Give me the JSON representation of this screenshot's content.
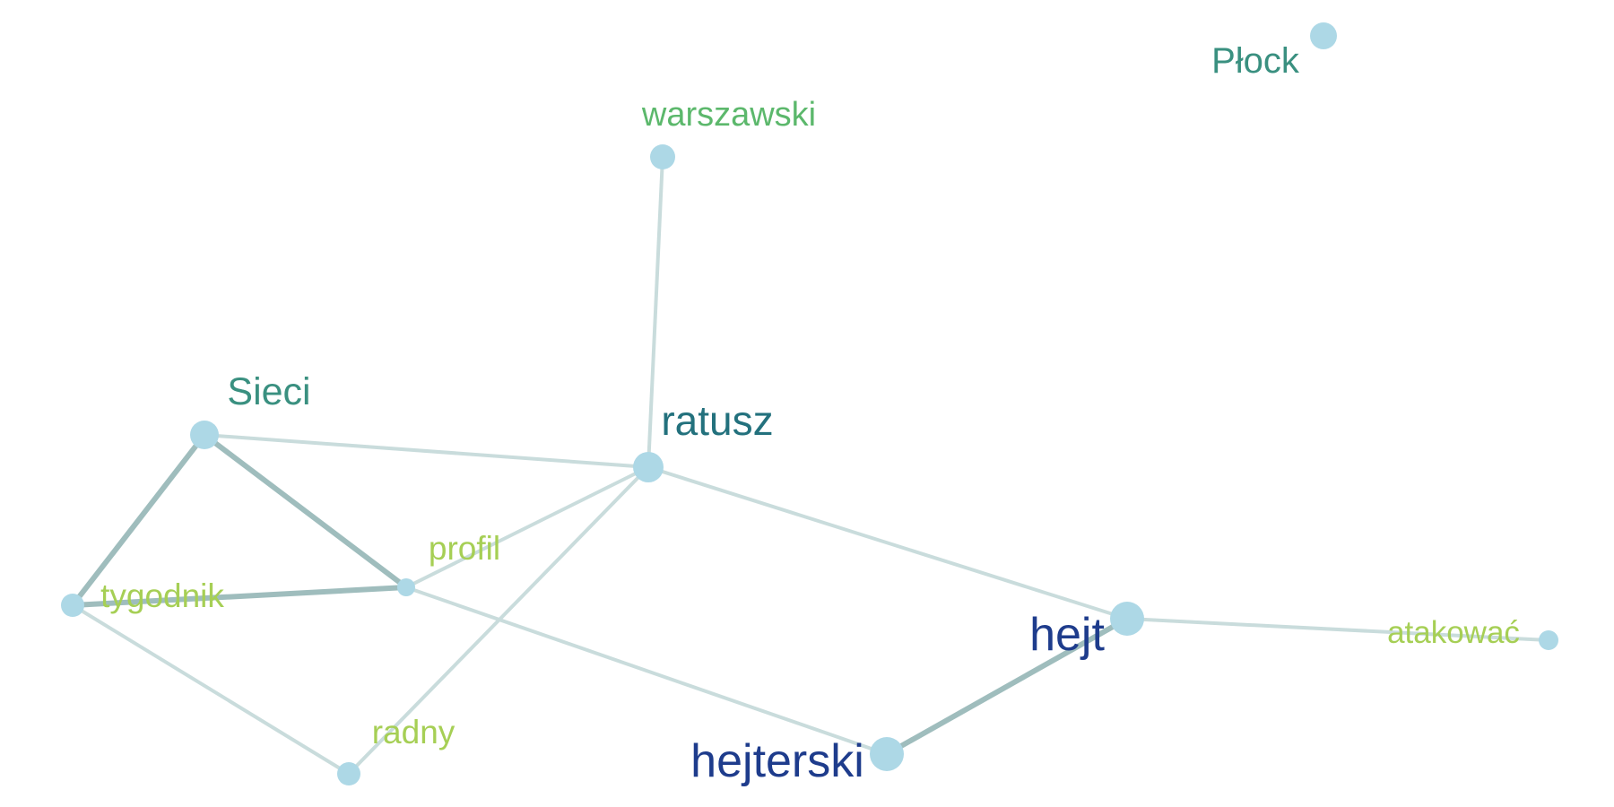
{
  "colors": {
    "node_fill": "#add8e6",
    "edge_strong": "#9fbdbd",
    "edge_weak": "#c9dcdc",
    "label_teal": "#3a9080",
    "label_green": "#5cb86c",
    "label_lime": "#a6cf55",
    "label_darkteal": "#23717d",
    "label_navy": "#1e3c8c"
  },
  "nodes": [
    {
      "id": "plock",
      "label": "Płock",
      "color_key": "label_teal"
    },
    {
      "id": "warszawski",
      "label": "warszawski",
      "color_key": "label_green"
    },
    {
      "id": "sieci",
      "label": "Sieci",
      "color_key": "label_teal"
    },
    {
      "id": "ratusz",
      "label": "ratusz",
      "color_key": "label_darkteal"
    },
    {
      "id": "profil",
      "label": "profil",
      "color_key": "label_lime"
    },
    {
      "id": "tygodnik",
      "label": "tygodnik",
      "color_key": "label_lime"
    },
    {
      "id": "radny",
      "label": "radny",
      "color_key": "label_lime"
    },
    {
      "id": "hejt",
      "label": "hejt",
      "color_key": "label_navy"
    },
    {
      "id": "atakowac",
      "label": "atakować",
      "color_key": "label_lime"
    },
    {
      "id": "hejterski",
      "label": "hejterski",
      "color_key": "label_navy"
    }
  ],
  "edges": [
    {
      "from": "warszawski",
      "to": "ratusz",
      "strength": "weak"
    },
    {
      "from": "sieci",
      "to": "ratusz",
      "strength": "weak"
    },
    {
      "from": "sieci",
      "to": "tygodnik",
      "strength": "strong"
    },
    {
      "from": "sieci",
      "to": "profil",
      "strength": "strong"
    },
    {
      "from": "tygodnik",
      "to": "profil",
      "strength": "strong"
    },
    {
      "from": "tygodnik",
      "to": "radny",
      "strength": "weak"
    },
    {
      "from": "profil",
      "to": "ratusz",
      "strength": "weak"
    },
    {
      "from": "radny",
      "to": "ratusz",
      "strength": "weak"
    },
    {
      "from": "profil",
      "to": "hejterski",
      "strength": "weak"
    },
    {
      "from": "ratusz",
      "to": "hejt",
      "strength": "weak"
    },
    {
      "from": "hejt",
      "to": "hejterski",
      "strength": "strong"
    },
    {
      "from": "hejt",
      "to": "atakowac",
      "strength": "weak"
    }
  ]
}
